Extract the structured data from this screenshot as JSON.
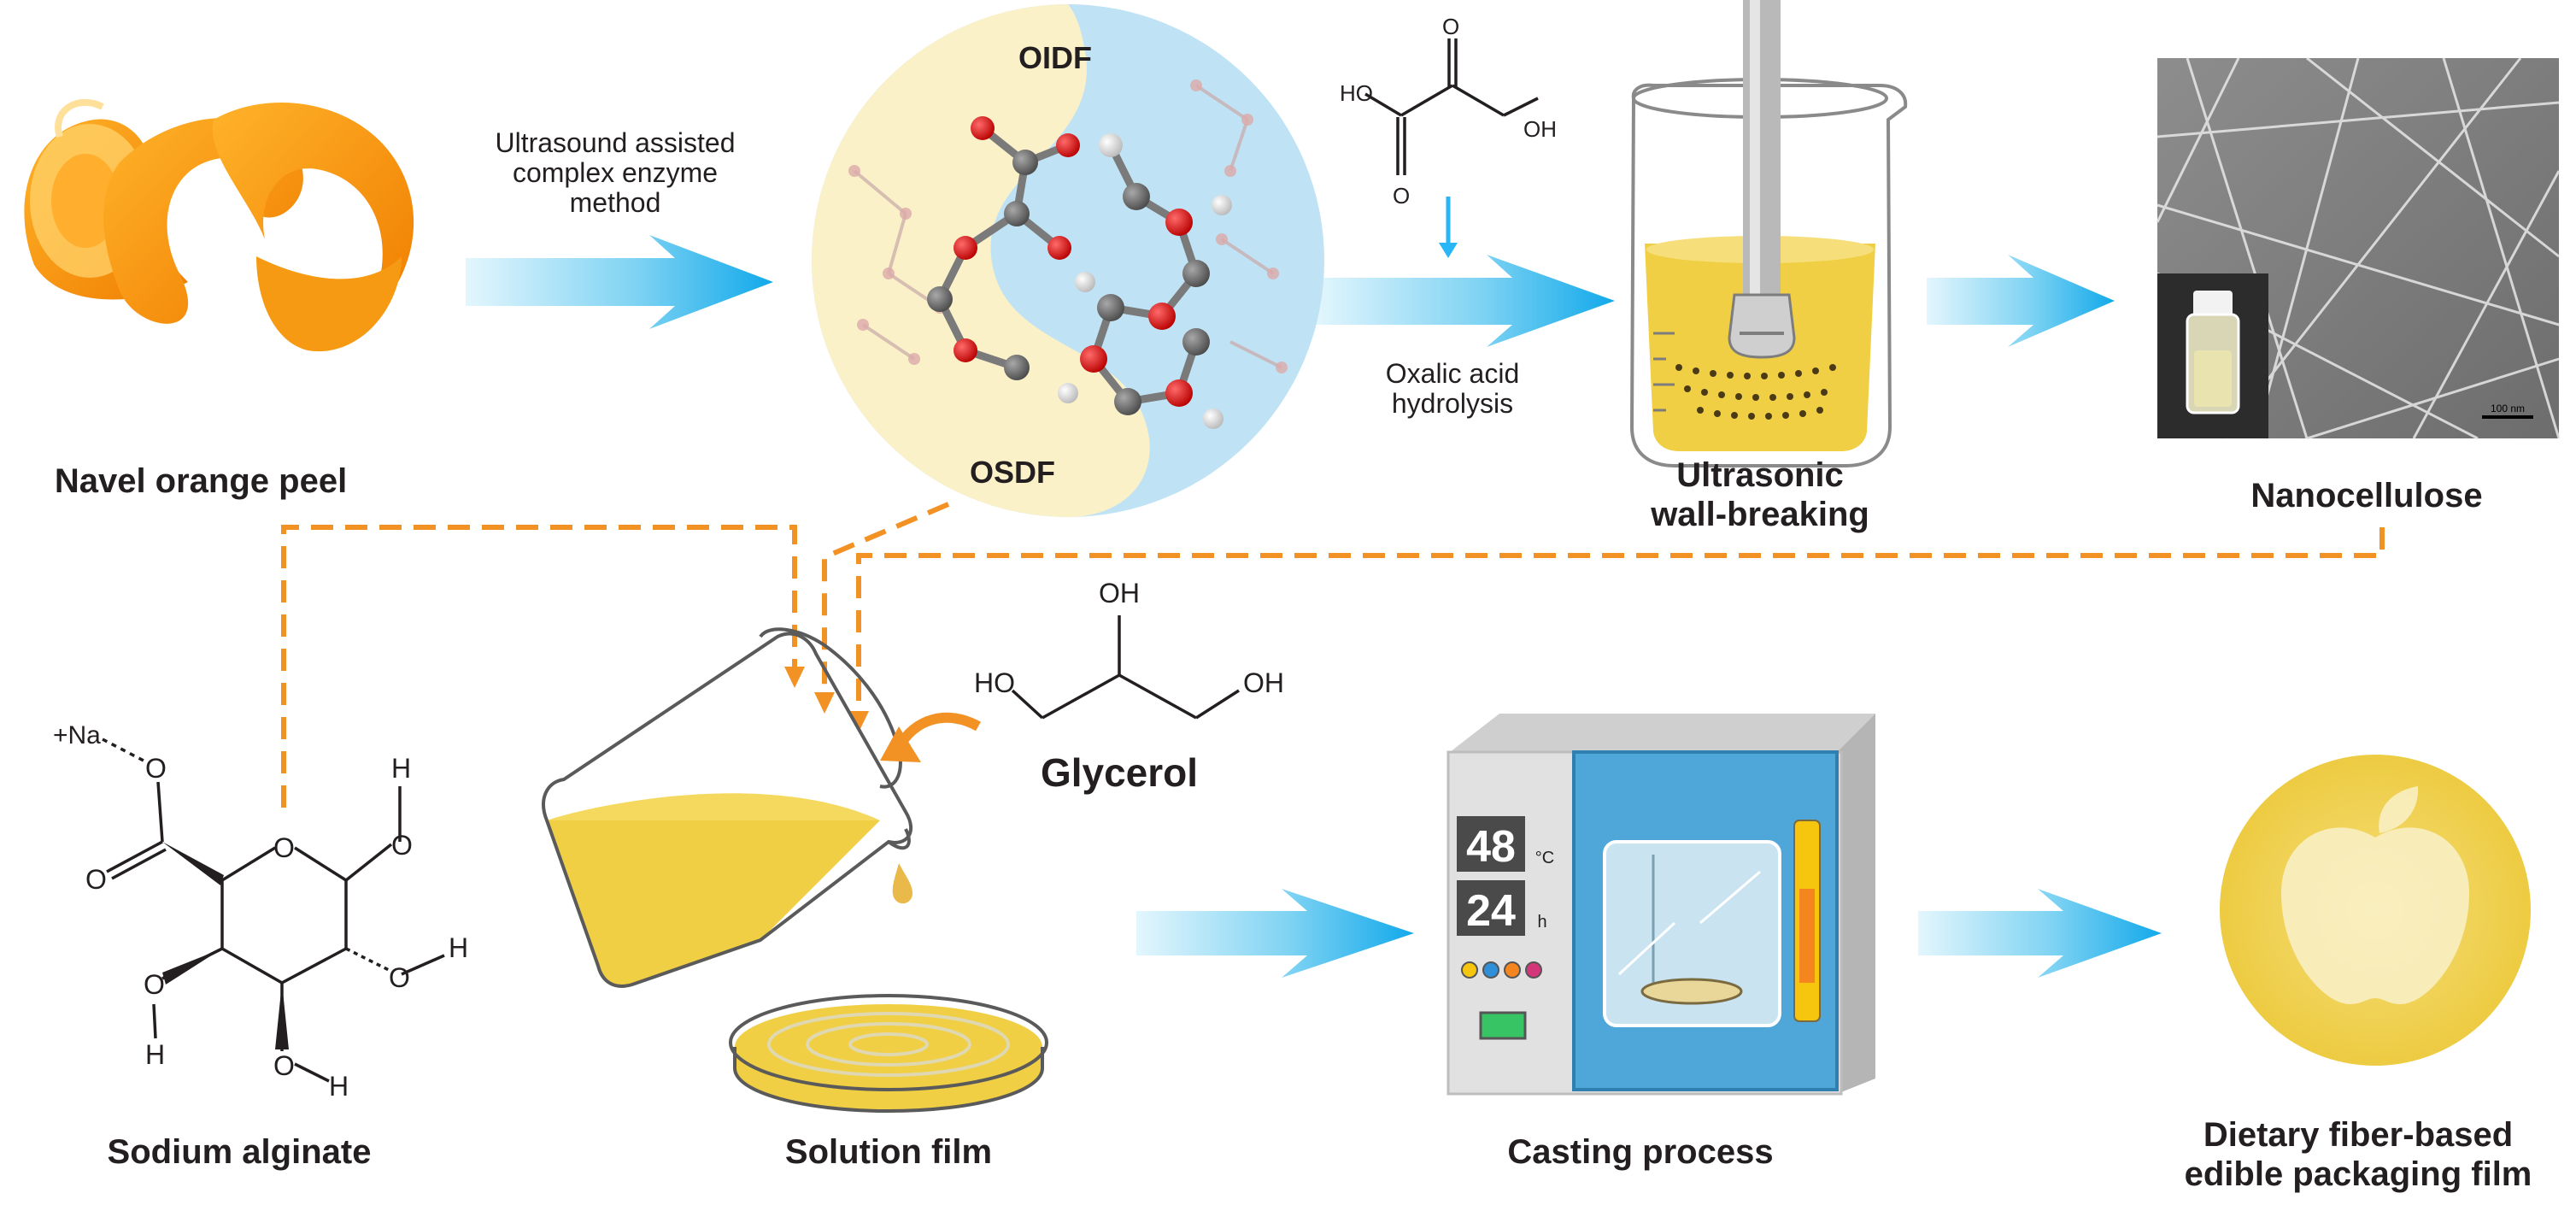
{
  "labels": {
    "orange_peel": "Navel orange peel",
    "ultrasound_note": "Ultrasound assisted\ncomplex enzyme\nmethod",
    "oidf": "OIDF",
    "osdf": "OSDF",
    "oxalic_note": "Oxalic acid\nhydrolysis",
    "ultrasonic": "Ultrasonic\nwall-breaking",
    "nanocellulose": "Nanocellulose",
    "scale_bar": "100 nm",
    "sodium_alginate": "Sodium alginate",
    "solution_film": "Solution film",
    "glycerol": "Glycerol",
    "casting": "Casting process",
    "final_film": "Dietary fiber-based\nedible packaging film"
  },
  "oxalic_acid": {
    "ho_left": "HO",
    "o_top": "O",
    "o_bottom": "O",
    "oh_right": "OH"
  },
  "glycerol_struct": {
    "oh_top": "OH",
    "ho_left": "HO",
    "oh_right": "OH"
  },
  "alginate_struct": {
    "na": "+Na",
    "o_carboxylate": "O",
    "o_double": "O",
    "o_ring": "O",
    "h1": "H",
    "o1": "O",
    "o2": "O",
    "h2": "H",
    "o3": "O",
    "h3": "H",
    "o4": "O",
    "h4": "H"
  },
  "oven": {
    "temp": "48",
    "temp_unit": "°C",
    "time": "24",
    "time_unit": "h"
  },
  "colors": {
    "arrow": "#29b6f6",
    "dash": "#f39224",
    "liquid": "#f0cf45",
    "beige": "#fbf1c8",
    "lightblue": "#bfe3f5",
    "oven_panel": "#4fa6d8"
  }
}
